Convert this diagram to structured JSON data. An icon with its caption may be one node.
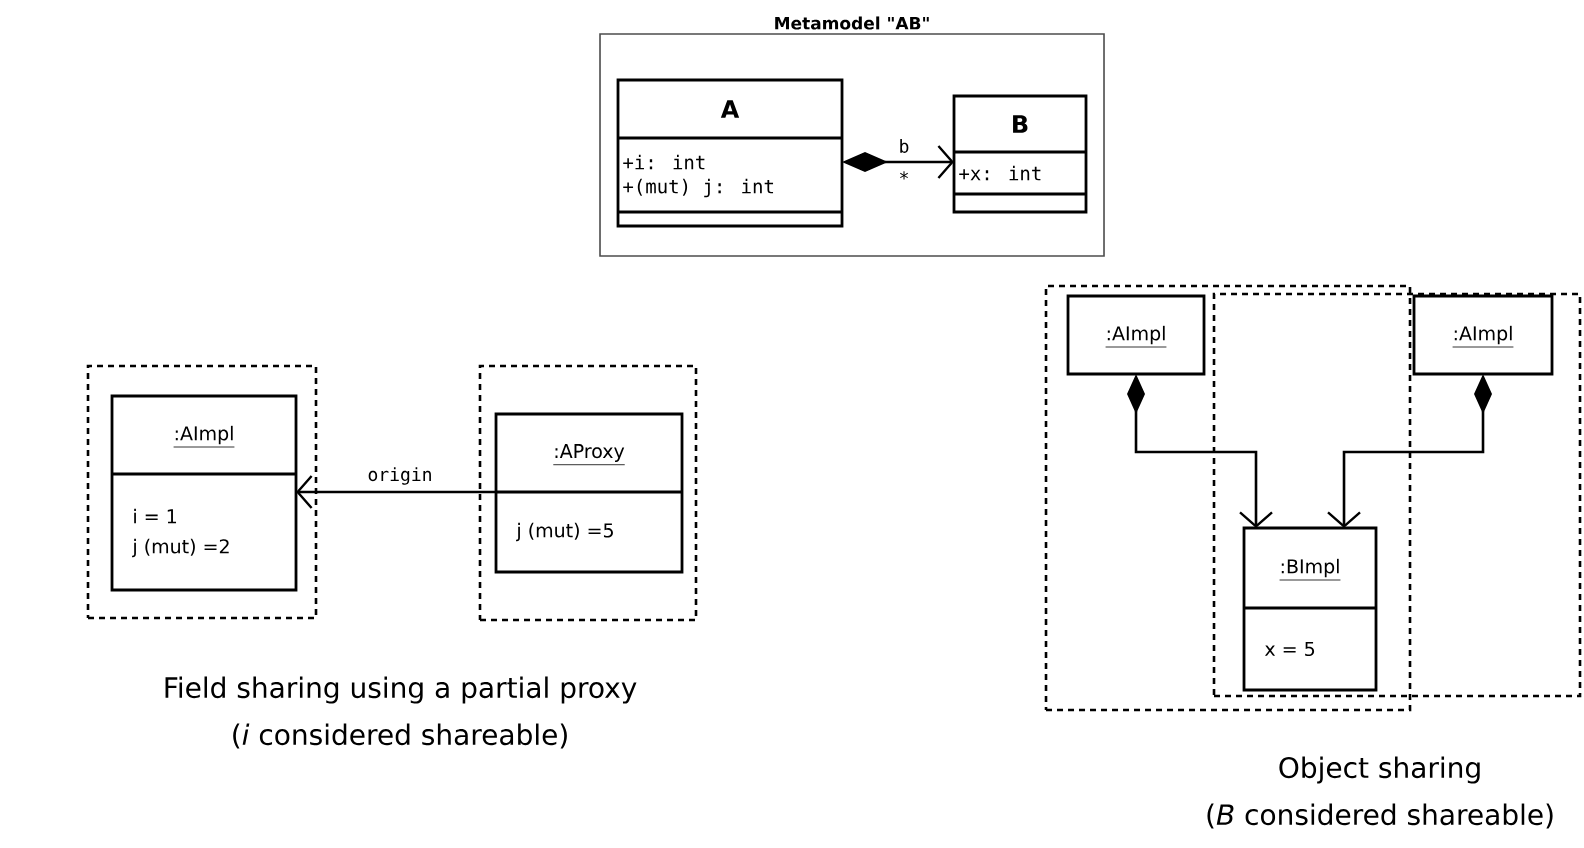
{
  "diagram": {
    "nodes": [
      {
        "text": [
          "Metamodel \"AB\""
        ]
      },
      {
        "text": [
          "A",
          "+i: int",
          "+(mut) j: int"
        ],
        "in": 0
      },
      {
        "text": [
          "B",
          "+x: int"
        ],
        "in": 0
      },
      {
        "text": [],
        "shape": "box"
      },
      {
        "text": [
          ":AImpl",
          "i = 1",
          "j (mut) =2"
        ],
        "in": 3
      },
      {
        "text": [],
        "shape": "box"
      },
      {
        "text": [
          ":AProxy",
          "j (mut) =5"
        ],
        "in": 5
      },
      {
        "text": [],
        "shape": "box"
      },
      {
        "text": [],
        "shape": "box"
      },
      {
        "text": [
          ":AImpl"
        ],
        "in": 7
      },
      {
        "text": [
          ":AImpl"
        ],
        "in": 8
      },
      {
        "text": [
          ":BImpl",
          "x = 5"
        ]
      }
    ],
    "edges": [
      {
        "from": 1,
        "to": 2,
        "arrow": "to",
        "label": "b"
      },
      {
        "from": 6,
        "to": 4,
        "arrow": "to",
        "label": "origin"
      },
      {
        "from": 9,
        "to": 11,
        "arrow": "to"
      },
      {
        "from": 10,
        "to": 11,
        "arrow": "to"
      }
    ],
    "labels": [
      "*",
      "Field sharing using a partial proxy",
      "(*i* considered shareable)",
      "Object sharing",
      "(*B* considered shareable)"
    ]
  }
}
